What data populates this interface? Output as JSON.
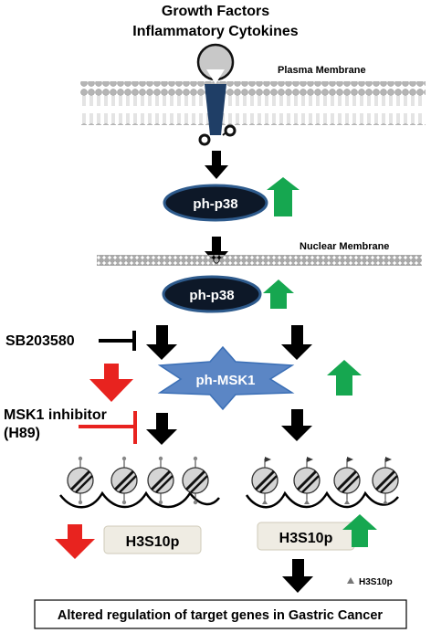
{
  "title": {
    "line1": "Growth Factors",
    "line2": "Inflammatory Cytokines"
  },
  "membranes": {
    "plasma": "Plasma Membrane",
    "nuclear": "Nuclear Membrane"
  },
  "nodes": {
    "p38_cytoplasm": "ph-p38",
    "p38_nucleus": "ph-p38",
    "msk1": "ph-MSK1",
    "h3_left": "H3S10p",
    "h3_right": "H3S10p"
  },
  "inhibitors": {
    "sb": "SB203580",
    "msk1_line1": "MSK1 inhibitor",
    "msk1_line2": "(H89)"
  },
  "legend": {
    "marker_label": "H3S10p"
  },
  "footer": {
    "text": "Altered regulation of target genes in Gastric Cancer"
  },
  "colors": {
    "up_arrow": "#16a750",
    "down_arrow": "#e8231f",
    "flow_arrow": "#000000",
    "node_fill": "#0d1828",
    "node_border": "#2d5a8c",
    "msk1_fill": "#5b86c5",
    "inhibitor_red": "#e8231f",
    "receptor": "#1f3e66"
  }
}
